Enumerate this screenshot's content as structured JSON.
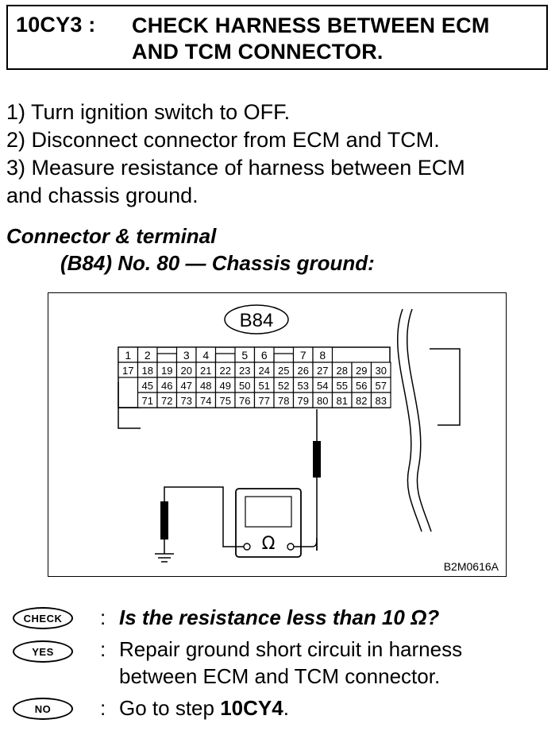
{
  "header": {
    "step_id": "10CY3 :",
    "title_line1": "CHECK HARNESS BETWEEN ECM",
    "title_line2": "AND TCM CONNECTOR."
  },
  "instructions": [
    "1)  Turn ignition switch to OFF.",
    "2)  Disconnect connector from ECM and TCM.",
    "3)  Measure resistance of harness between ECM",
    "and chassis ground."
  ],
  "connector_terminal": {
    "heading": "Connector & terminal",
    "spec": "(B84) No. 80 — Chassis ground:"
  },
  "diagram": {
    "connector_label": "B84",
    "figure_code": "B2M0616A",
    "meter_symbol": "Ω",
    "pin_rows": [
      [
        "1",
        "2",
        "",
        "3",
        "4",
        "",
        "5",
        "6",
        "",
        "7",
        "8"
      ],
      [
        "17",
        "18",
        "19",
        "20",
        "21",
        "22",
        "23",
        "24",
        "25",
        "26",
        "27",
        "28",
        "29",
        "30"
      ],
      [
        "45",
        "46",
        "47",
        "48",
        "49",
        "50",
        "51",
        "52",
        "53",
        "54",
        "55",
        "56",
        "57"
      ],
      [
        "71",
        "72",
        "73",
        "74",
        "75",
        "76",
        "77",
        "78",
        "79",
        "80",
        "81",
        "82",
        "83"
      ]
    ]
  },
  "answers": {
    "check": {
      "badge": "CHECK",
      "colon": ":",
      "text": "Is the resistance less than 10 Ω?"
    },
    "yes": {
      "badge": "YES",
      "colon": ":",
      "line1": "Repair ground short circuit in harness",
      "line2": "between ECM and TCM connector."
    },
    "no": {
      "badge": "NO",
      "colon": ":",
      "prefix": "Go to step ",
      "step": "10CY4",
      "suffix": "."
    }
  }
}
